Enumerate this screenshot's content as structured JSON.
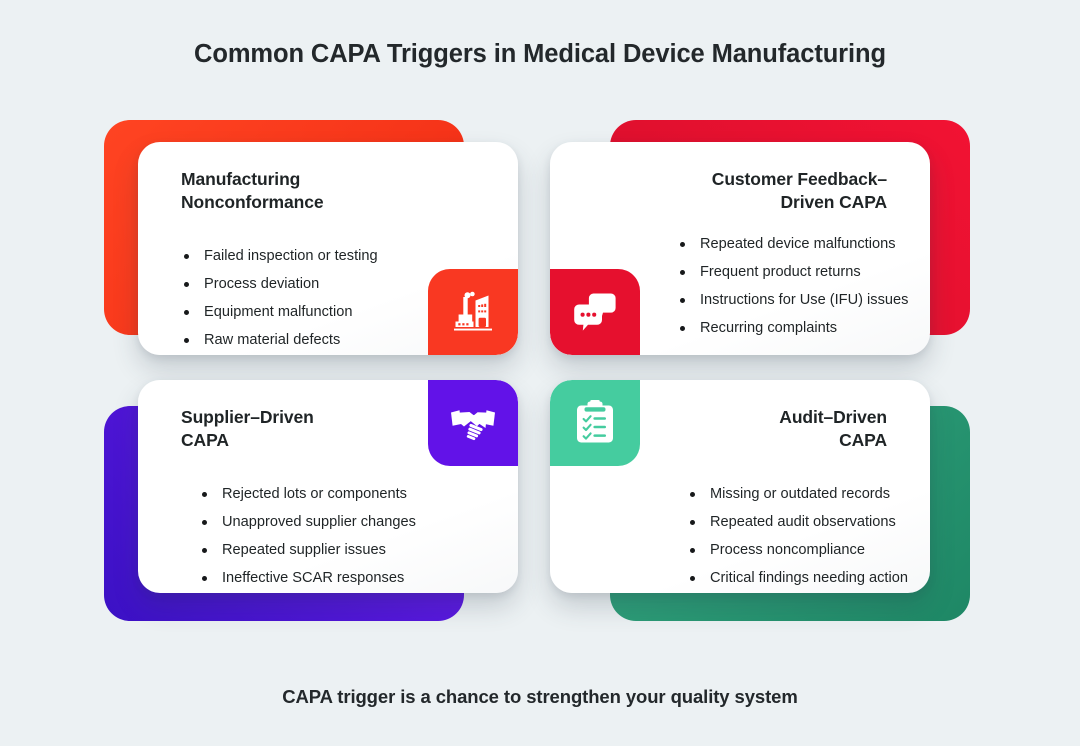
{
  "header": {
    "title": "Common CAPA Triggers in Medical Device Manufacturing"
  },
  "footer": {
    "note": "CAPA trigger is a chance to strengthen your quality system"
  },
  "theme": {
    "page_background": "#ECF1F3",
    "text_color": "#1F2426"
  },
  "cards": [
    {
      "id": "manufacturing-nonconformance",
      "title": "Manufacturing\nNonconformance",
      "title_align": "left",
      "icon": "factory-icon",
      "icon_position": "bottom-right",
      "accent_color": "#F93822",
      "backdrop_color": "#F02A13",
      "items": [
        "Failed inspection or testing",
        "Process deviation",
        "Equipment malfunction",
        "Raw material defects"
      ]
    },
    {
      "id": "customer-feedback-driven-capa",
      "title": "Customer Feedback–\nDriven CAPA",
      "title_align": "right",
      "icon": "chat-bubbles-icon",
      "icon_position": "bottom-left",
      "accent_color": "#E6102E",
      "backdrop_color": "#D50F2B",
      "items": [
        "Repeated device malfunctions",
        "Frequent product returns",
        "Instructions for Use (IFU) issues",
        "Recurring complaints"
      ]
    },
    {
      "id": "supplier-driven-capa",
      "title": "Supplier–Driven\nCAPA",
      "title_align": "left",
      "icon": "handshake-icon",
      "icon_position": "top-right",
      "accent_color": "#6212E8",
      "backdrop_color": "#3B11C4",
      "items": [
        "Rejected lots or components",
        "Unapproved supplier changes",
        "Repeated supplier issues",
        "Ineffective SCAR responses"
      ]
    },
    {
      "id": "audit-driven-capa",
      "title": "Audit–Driven\nCAPA",
      "title_align": "right",
      "icon": "clipboard-checklist-icon",
      "icon_position": "top-left",
      "accent_color": "#45CC9F",
      "backdrop_color": "#1E8765",
      "items": [
        "Missing or outdated records",
        "Repeated audit observations",
        "Process noncompliance",
        "Critical findings needing action"
      ]
    }
  ]
}
